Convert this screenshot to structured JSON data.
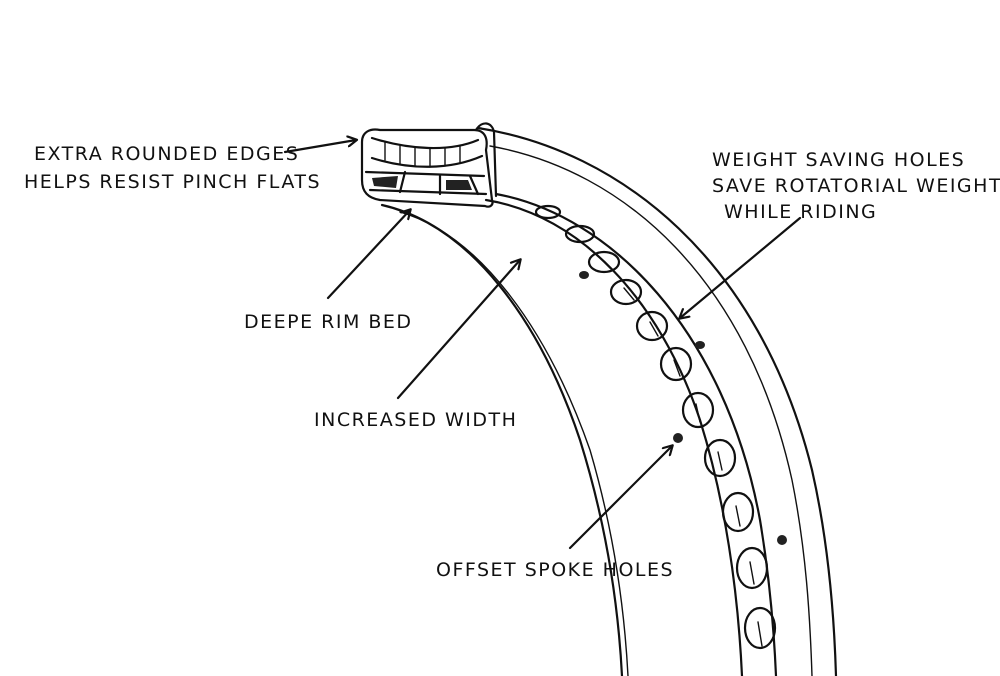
{
  "diagram": {
    "labels": {
      "rounded_edges_line1": "EXTRA ROUNDED EDGES",
      "rounded_edges_line2": "HELPS RESIST PINCH FLATS",
      "weight_holes_line1": "WEIGHT SAVING HOLES",
      "weight_holes_line2": "SAVE ROTATORIAL WEIGHT",
      "weight_holes_line3": "WHILE RIDING",
      "rim_bed": "DEEPE  RIM BED",
      "increased_width": "INCREASED WIDTH",
      "spoke_holes": "OFFSET SPOKE HOLES"
    },
    "colors": {
      "ink": "#111111",
      "paper": "#ffffff"
    }
  }
}
